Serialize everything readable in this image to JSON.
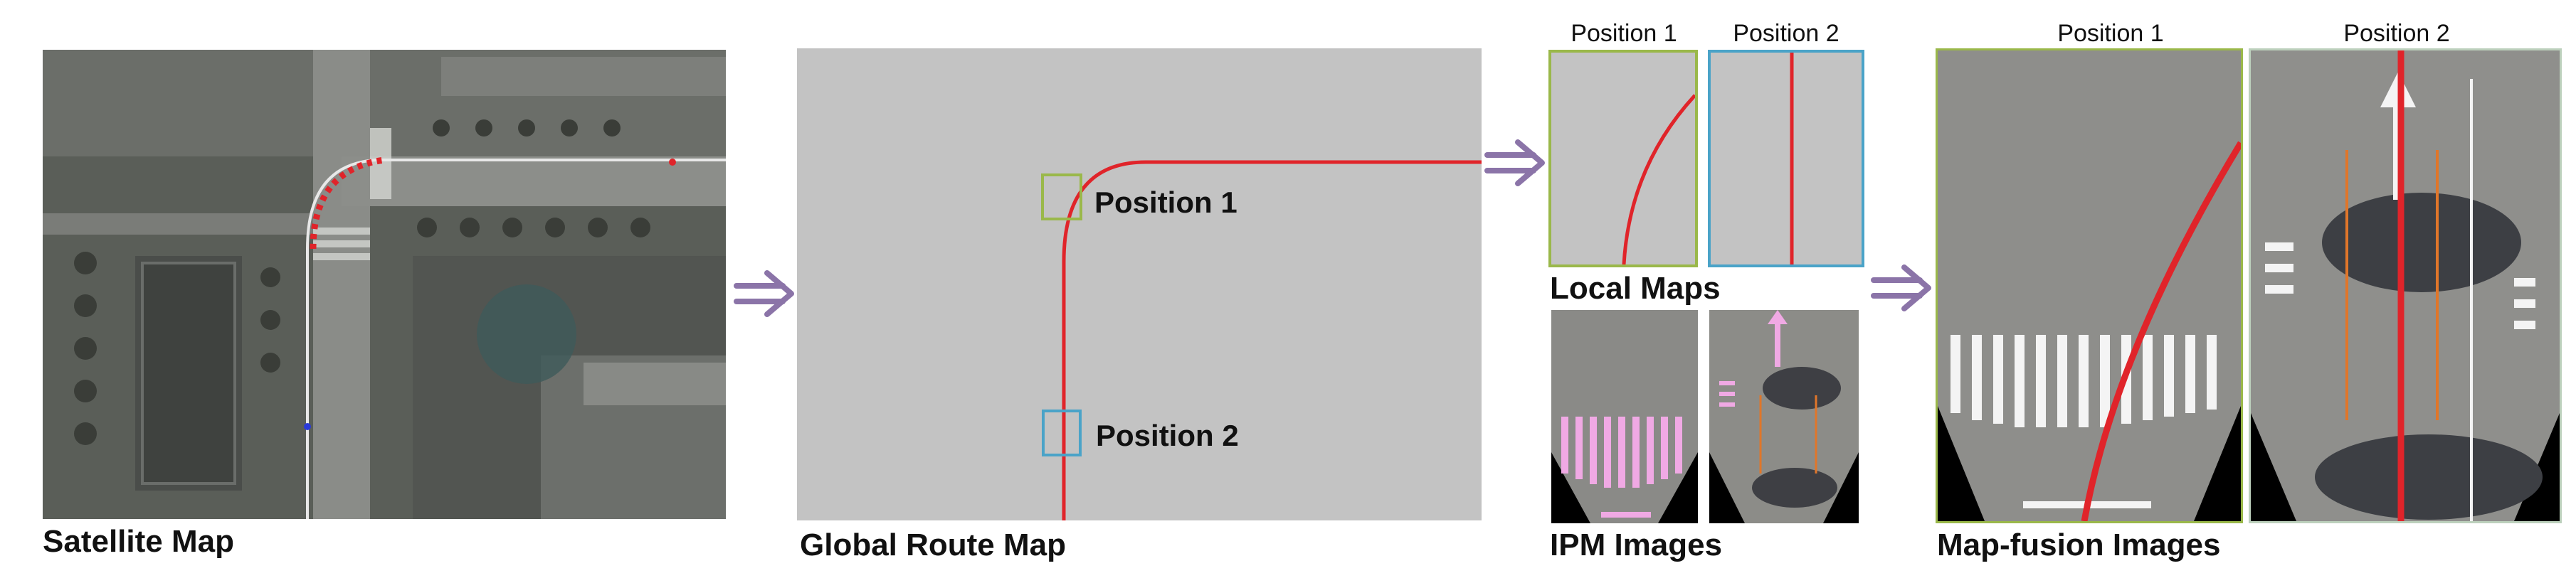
{
  "captions": {
    "satellite": "Satellite Map",
    "global_route": "Global Route Map",
    "local_maps": "Local Maps",
    "ipm_images": "IPM Images",
    "map_fusion": "Map-fusion Images"
  },
  "global_route_labels": {
    "position_1": "Position 1",
    "position_2": "Position 2"
  },
  "local_maps_titles": [
    "Position 1",
    "Position 2"
  ],
  "fusion_titles": [
    "Position 1",
    "Position 2"
  ],
  "colors": {
    "route_red": "#e0242a",
    "position1_box": "#9ab84a",
    "position2_box": "#4aa3c8",
    "arrow_purple": "#8b74a8",
    "map_gray": "#c3c3c3"
  }
}
